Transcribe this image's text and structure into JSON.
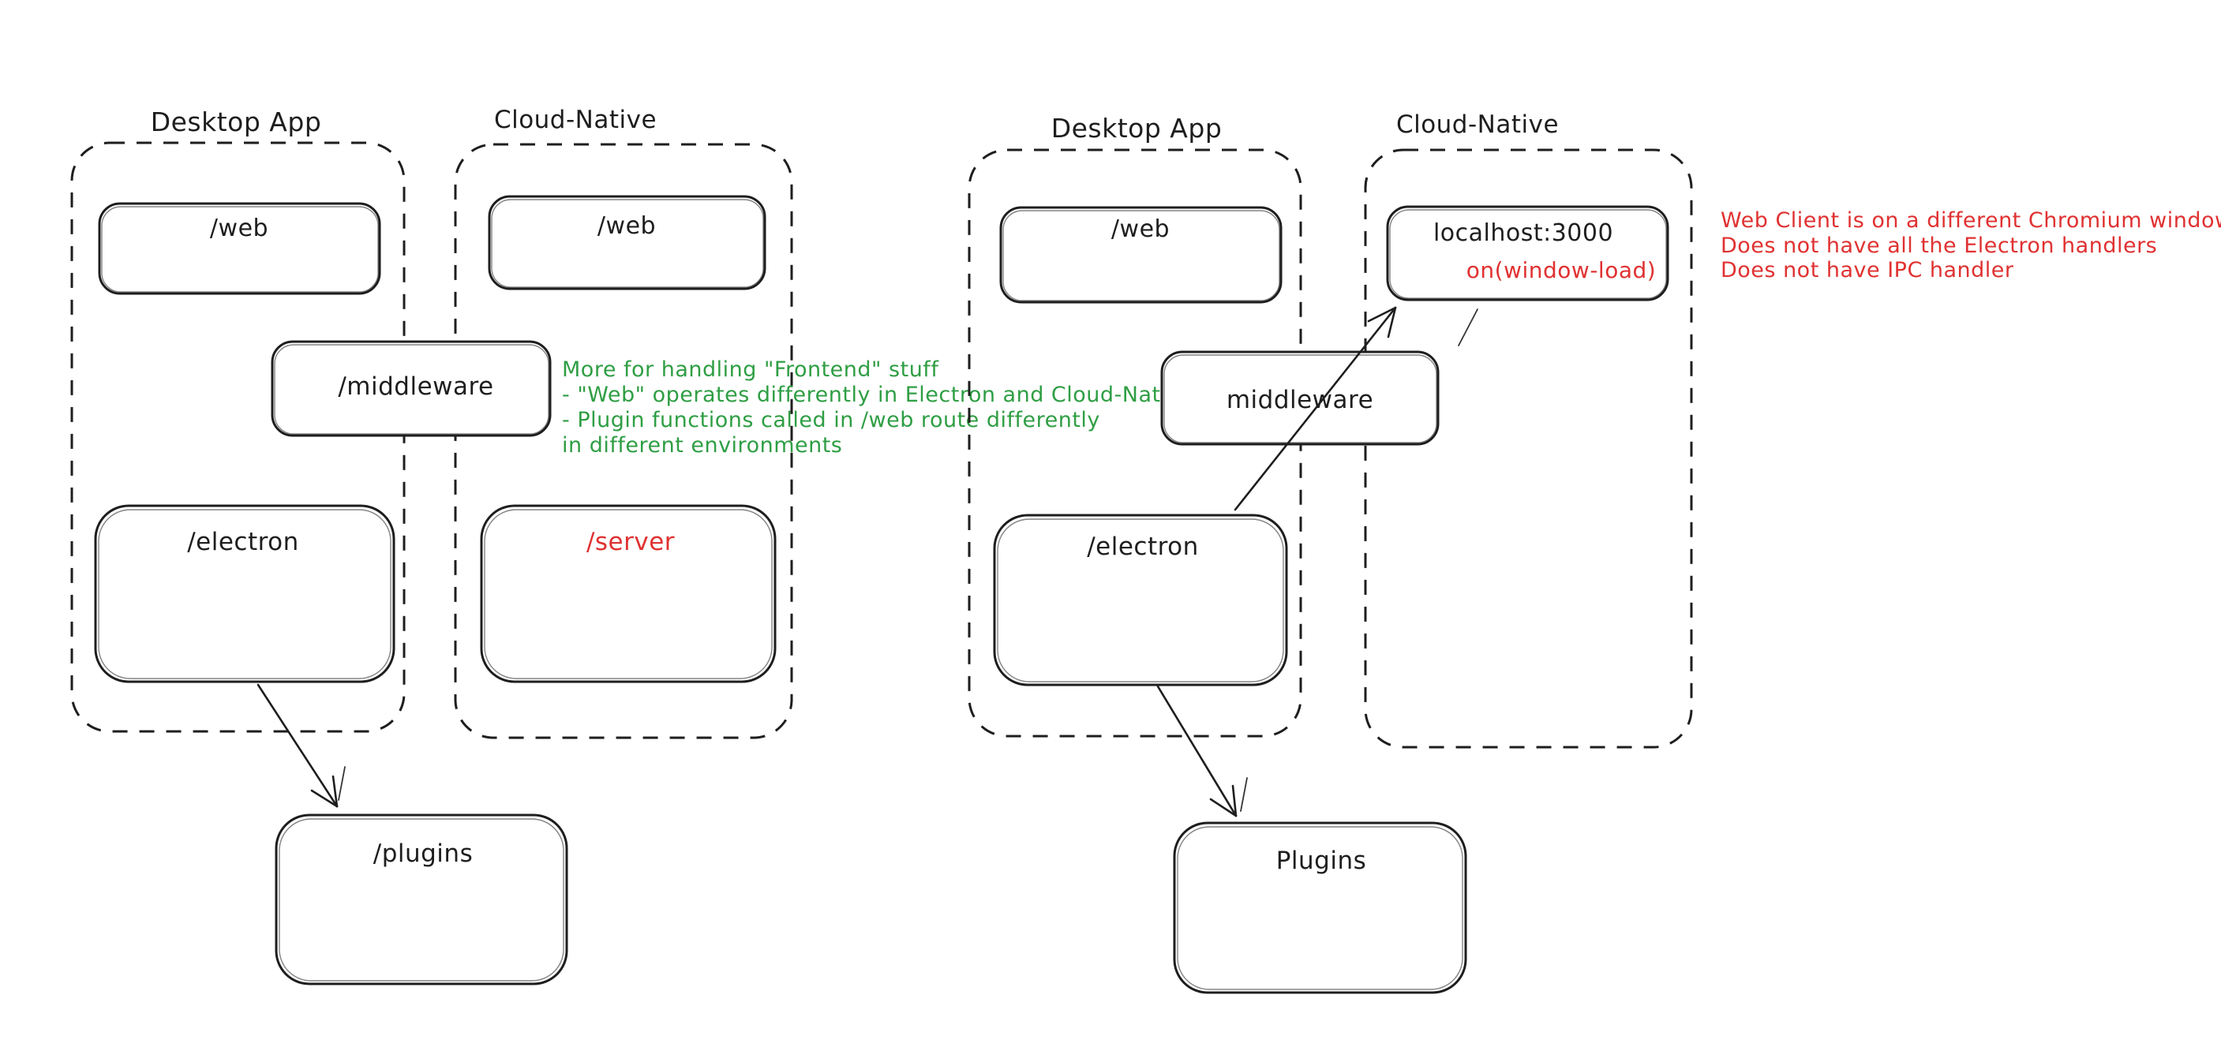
{
  "colors": {
    "ink": "#1e1e1e",
    "green": "#2f9e44",
    "red": "#e03131",
    "background": "#ffffff"
  },
  "left": {
    "desktop_label": "Desktop App",
    "cloud_label": "Cloud-Native",
    "web_desktop": "/web",
    "web_cloud": "/web",
    "middleware": "/middleware",
    "electron": "/electron",
    "server": "/server",
    "plugins": "/plugins",
    "green_note": [
      "More for handling \"Frontend\" stuff",
      "- \"Web\" operates differently in Electron and Cloud-Native",
      "- Plugin functions called in /web route differently",
      "in different environments"
    ]
  },
  "right": {
    "desktop_label": "Desktop App",
    "cloud_label": "Cloud-Native",
    "web": "/web",
    "localhost": "localhost:3000",
    "localhost_sub": "on(window-load)",
    "middleware": "middleware",
    "electron": "/electron",
    "plugins": "Plugins",
    "red_note": [
      "Web Client is on a different Chromium window",
      "Does not have all the Electron handlers",
      "Does not have IPC handler"
    ]
  }
}
